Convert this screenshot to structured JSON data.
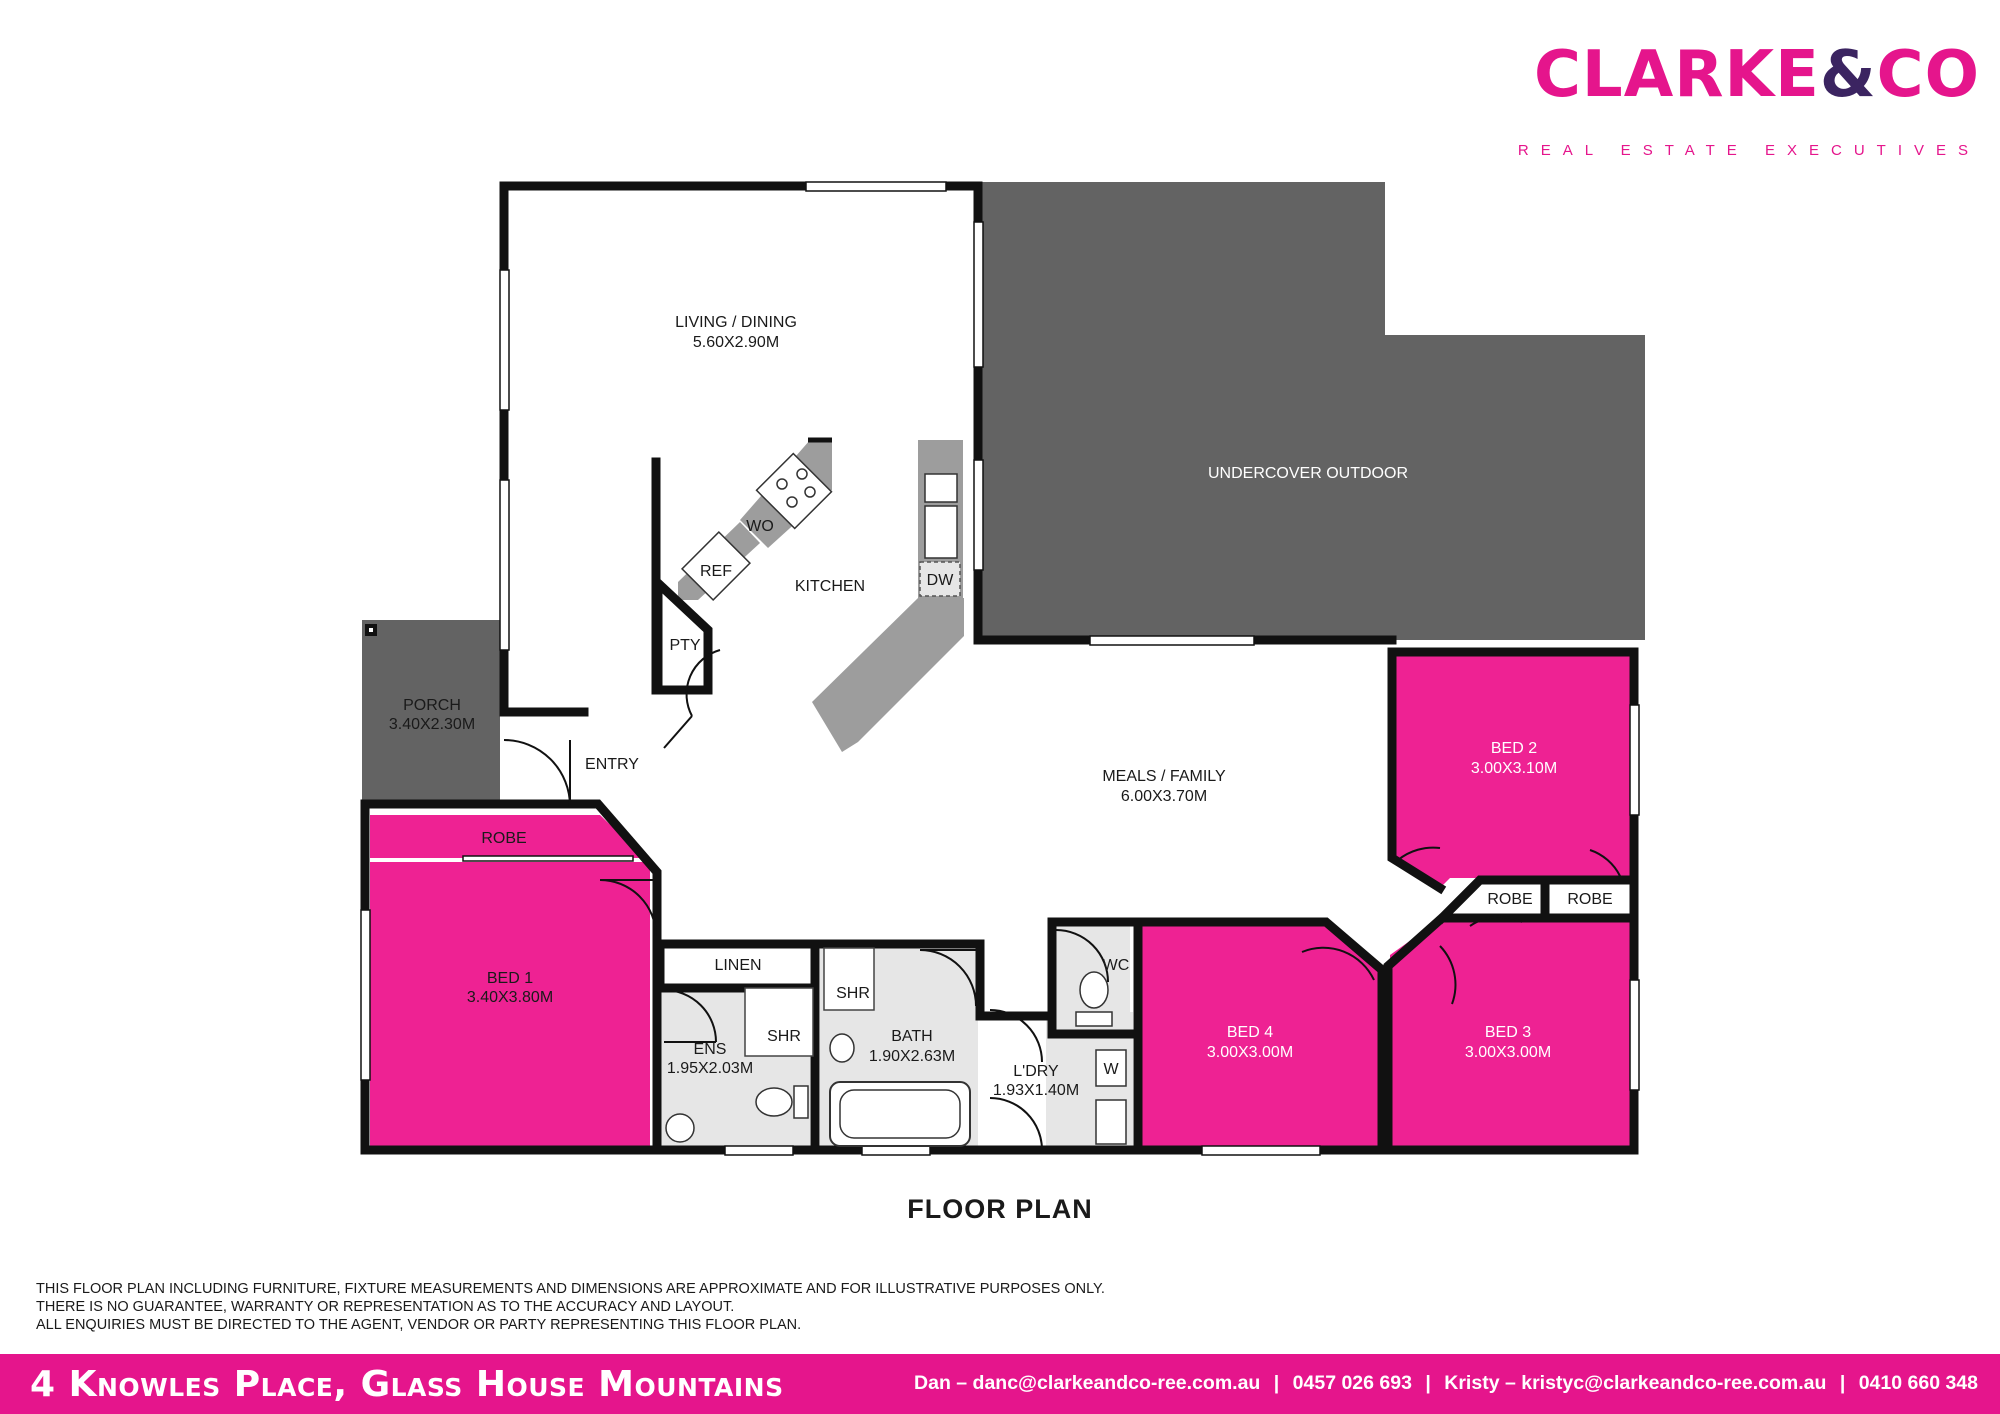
{
  "brand": {
    "name": "CLARKE",
    "amp": "&",
    "name_end": "CO",
    "tagline": "REAL ESTATE EXECUTIVES",
    "pink": "#e5158c",
    "purple": "#3b2461"
  },
  "rooms": {
    "living": {
      "name": "LIVING / DINING",
      "size": "5.60X2.90M"
    },
    "undercover": {
      "name": "UNDERCOVER OUTDOOR"
    },
    "kitchen": {
      "name": "KITCHEN"
    },
    "wo": "WO",
    "ref": "REF",
    "pty": "PTY",
    "dw": "DW",
    "porch": {
      "name": "PORCH",
      "size": "3.40X2.30M"
    },
    "entry": "ENTRY",
    "meals": {
      "name": "MEALS / FAMILY",
      "size": "6.00X3.70M"
    },
    "bed1": {
      "name": "BED 1",
      "size": "3.40X3.80M"
    },
    "robe1": "ROBE",
    "linen": "LINEN",
    "ens": {
      "name": "ENS",
      "size": "1.95X2.03M"
    },
    "ens_shr": "SHR",
    "bath_shr": "SHR",
    "bath": {
      "name": "BATH",
      "size": "1.90X2.63M"
    },
    "ldry": {
      "name": "L'DRY",
      "size": "1.93X1.40M"
    },
    "wc": "WC",
    "w": "W",
    "bed2": {
      "name": "BED 2",
      "size": "3.00X3.10M"
    },
    "robe2": "ROBE",
    "robe3": "ROBE",
    "bed3": {
      "name": "BED 3",
      "size": "3.00X3.00M"
    },
    "bed4": {
      "name": "BED 4",
      "size": "3.00X3.00M"
    }
  },
  "plan_title": "FLOOR PLAN",
  "disclaimer": [
    "THIS FLOOR PLAN INCLUDING FURNITURE, FIXTURE MEASUREMENTS AND DIMENSIONS ARE APPROXIMATE AND FOR ILLUSTRATIVE PURPOSES ONLY.",
    "THERE IS NO GUARANTEE, WARRANTY OR REPRESENTATION AS TO THE ACCURACY AND LAYOUT.",
    "ALL ENQUIRIES MUST BE DIRECTED TO THE AGENT, VENDOR OR PARTY REPRESENTING THIS FLOOR PLAN."
  ],
  "footer": {
    "address": "4 Knowles Place, Glass House Mountains",
    "contact1": "Dan – danc@clarkeandco-ree.com.au",
    "phone1": "0457 026 693",
    "contact2": "Kristy – kristyc@clarkeandco-ree.com.au",
    "phone2": "0410 660 348",
    "separator": "|"
  },
  "colors": {
    "bedroom": "#ee2293",
    "outdoor": "#636363",
    "wet_area": "#e6e6e6",
    "wall": "#111111",
    "bench": "#9d9d9d"
  }
}
